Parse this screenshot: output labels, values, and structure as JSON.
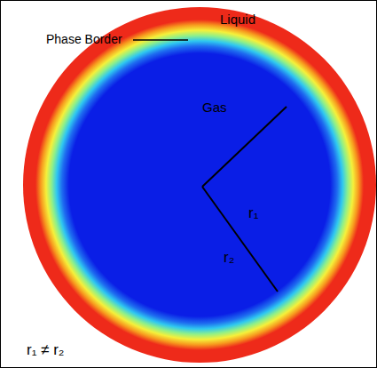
{
  "diagram": {
    "nodes": [
      {
        "text": [
          "Liquid"
        ]
      },
      {
        "text": [
          "Gas"
        ],
        "in": 0
      }
    ],
    "labels": [
      "Phase Border",
      "r₁",
      "r₂",
      "r₁ ≠ r₂"
    ]
  }
}
